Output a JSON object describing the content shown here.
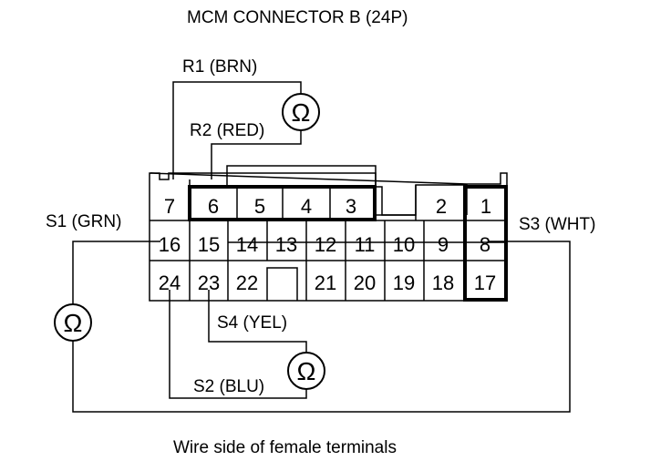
{
  "title": "MCM CONNECTOR B (24P)",
  "caption": "Wire side of female terminals",
  "ohm_symbol": "Ω",
  "probes": {
    "r1": "R1 (BRN)",
    "r2": "R2 (RED)",
    "s1": "S1 (GRN)",
    "s2": "S2 (BLU)",
    "s3": "S3 (WHT)",
    "s4": "S4 (YEL)"
  },
  "connector": {
    "top_row": [
      "7",
      "6",
      "5",
      "4",
      "3",
      "2",
      "1"
    ],
    "middle_row": [
      "16",
      "15",
      "14",
      "13",
      "12",
      "11",
      "10",
      "9",
      "8"
    ],
    "bottom_row": [
      "24",
      "23",
      "22",
      "21",
      "20",
      "19",
      "18",
      "17"
    ]
  }
}
